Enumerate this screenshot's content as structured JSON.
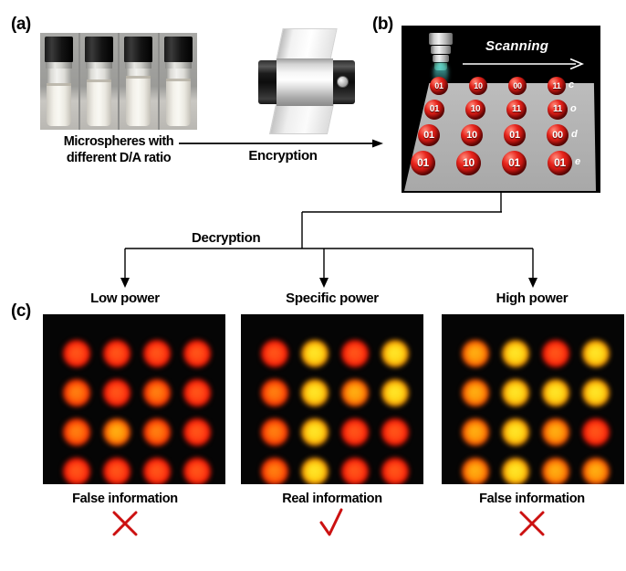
{
  "figure": {
    "panels": {
      "a_label": "(a)",
      "b_label": "(b)",
      "c_label": "(c)"
    },
    "panel_a": {
      "caption_line1": "Microspheres with",
      "caption_line2": "different D/A ratio",
      "vial_count": 4,
      "device_name": "printer-roller-device",
      "arrow_label": "Encryption"
    },
    "panel_b": {
      "scanning_label": "Scanning",
      "objective_name": "microscope-objective",
      "beam_color": "#5adcd7",
      "stage_color": "#b4b4b4",
      "background_color": "#000000",
      "dot_color": "#d8211a",
      "row_labels": [
        "c",
        "o",
        "d",
        "e"
      ],
      "binary_grid": [
        [
          "01",
          "10",
          "00",
          "11"
        ],
        [
          "01",
          "10",
          "11",
          "11"
        ],
        [
          "01",
          "10",
          "01",
          "00"
        ],
        [
          "01",
          "10",
          "01",
          "01"
        ]
      ]
    },
    "decryption": {
      "arrow_label": "Decryption"
    },
    "panel_c": {
      "columns": [
        {
          "title": "Low power",
          "verdict_label": "False information",
          "verdict_mark": "cross",
          "grid": [
            [
              "red",
              "red",
              "red",
              "red"
            ],
            [
              "red-orange",
              "red",
              "red-orange",
              "red"
            ],
            [
              "red-orange",
              "orange",
              "red-orange",
              "red"
            ],
            [
              "red",
              "red",
              "red",
              "red"
            ]
          ]
        },
        {
          "title": "Specific power",
          "verdict_label": "Real information",
          "verdict_mark": "check",
          "grid": [
            [
              "red",
              "yellow",
              "red",
              "yellow"
            ],
            [
              "red-orange",
              "yellow",
              "orange",
              "yellow"
            ],
            [
              "red-orange",
              "yellow",
              "red",
              "red"
            ],
            [
              "red-orange",
              "yellow",
              "red",
              "red"
            ]
          ]
        },
        {
          "title": "High power",
          "verdict_label": "False information",
          "verdict_mark": "cross",
          "grid": [
            [
              "orange",
              "yellow",
              "red",
              "yellow"
            ],
            [
              "orange",
              "yellow",
              "yellow",
              "yellow"
            ],
            [
              "orange",
              "yellow",
              "orange",
              "red"
            ],
            [
              "orange",
              "yellow",
              "orange",
              "orange"
            ]
          ]
        }
      ],
      "mark_color": "#cc1111"
    }
  }
}
